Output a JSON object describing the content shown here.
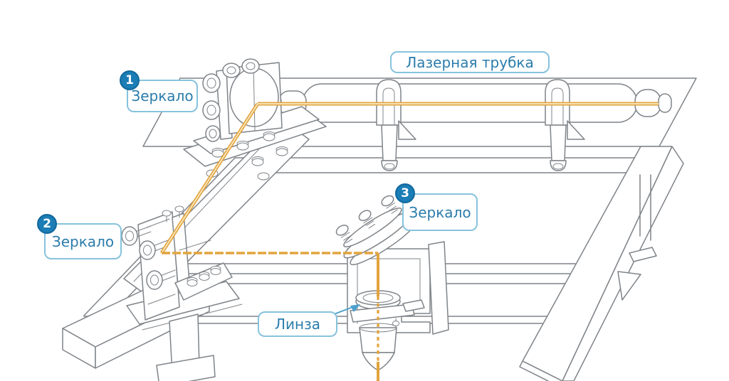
{
  "diagram": {
    "subject": "laser-machine-optical-path",
    "labels": {
      "laser_tube": {
        "text": "Лазерная трубка"
      },
      "mirror_1": {
        "badge": "1",
        "text": "Зеркало"
      },
      "mirror_2": {
        "badge": "2",
        "text": "Зеркало"
      },
      "mirror_3": {
        "badge": "3",
        "text": "Зеркало"
      },
      "lens": {
        "text": "Линза"
      }
    }
  },
  "colors": {
    "beam": "#e2a43e",
    "beam_highlight": "#f9e9c4",
    "line_art": "#7f8489",
    "label_border": "#86c3dd",
    "label_text": "#2b7cab",
    "badge_bg": "#1b7db5",
    "badge_border": "#11689c",
    "badge_text": "#ffffff",
    "arrow": "#4ba0cc",
    "background": "#ffffff"
  }
}
